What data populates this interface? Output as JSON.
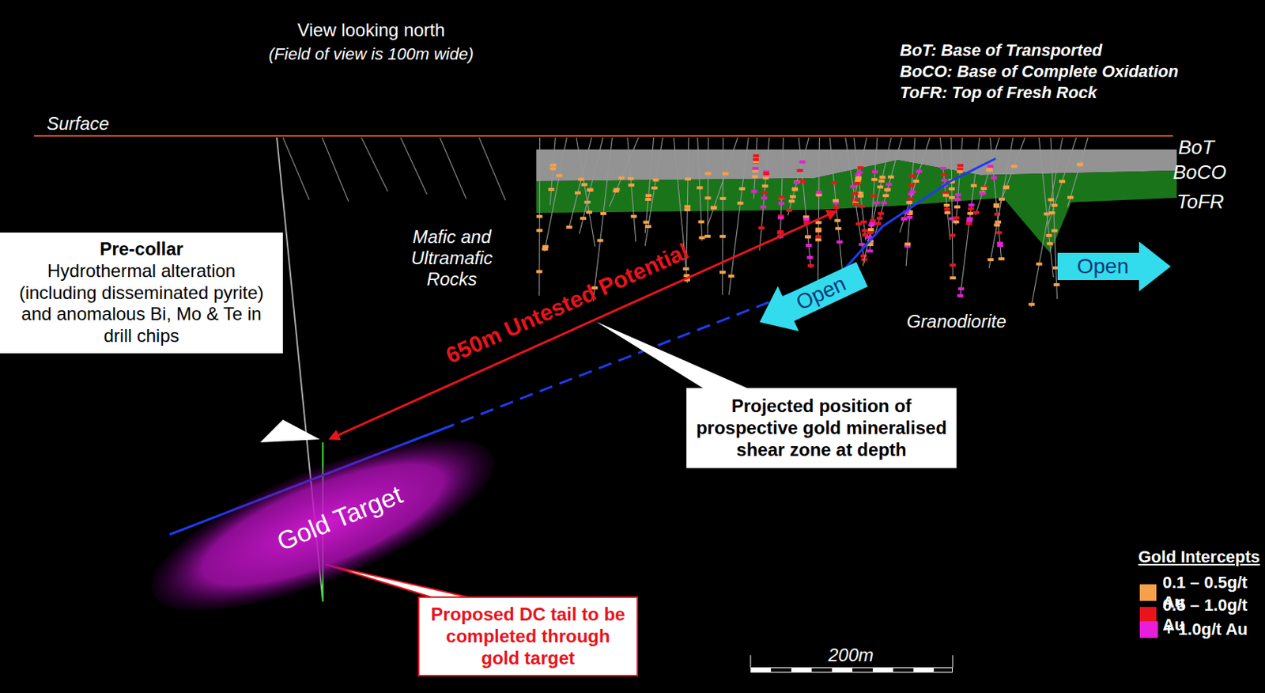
{
  "diagram": {
    "nodes": [
      {
        "text": [
          "Pre-collar",
          "Hydrothermal alteration (including disseminated pyrite) and anomalous Bi, Mo & Te in drill chips"
        ]
      },
      {
        "text": [
          "Open"
        ]
      },
      {
        "text": [
          "Open"
        ]
      },
      {
        "text": [
          "Projected position of prospective gold mineralised shear zone at depth"
        ]
      },
      {
        "text": [
          "Gold Target"
        ]
      },
      {
        "text": [
          "Proposed DC tail to be completed through gold target"
        ]
      }
    ],
    "labels": [
      "View looking north",
      "(Field of view is 100m wide)",
      "BoT: Base of Transported",
      "BoCO: Base of Complete Oxidation",
      "ToFR: Top of Fresh Rock",
      "Surface",
      "BoT",
      "BoCO",
      "ToFR",
      "Mafic and Ultramafic Rocks",
      "650m Untested Potential",
      "Granodiorite",
      "200m",
      "Gold Intercepts"
    ],
    "legend": [
      {
        "text": "0.1 – 0.5g/t Au",
        "color": "#f7a04a"
      },
      {
        "text": "0.5 – 1.0g/t Au",
        "color": "#e8141c"
      },
      {
        "text": "+ 1.0g/t Au",
        "color": "#e81ed8"
      }
    ]
  }
}
